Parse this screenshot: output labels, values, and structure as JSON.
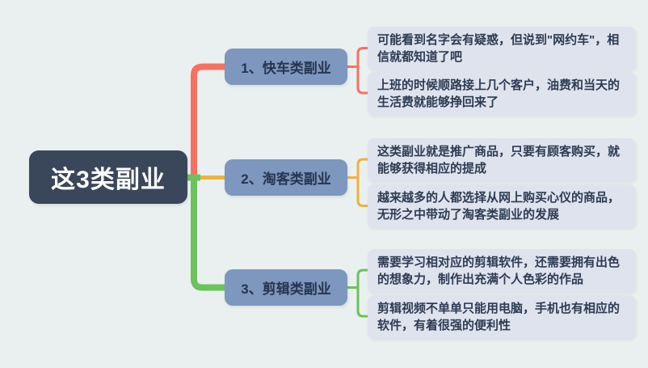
{
  "title": "这3类副业",
  "palette": {
    "background": "#e9f0ef",
    "root_bg": "#3a4659",
    "root_text": "#ffffff",
    "node_bg": "#7e97be",
    "node_text": "#263550",
    "leaf_bg": "#dfe3ee",
    "leaf_text": "#2e3b52"
  },
  "root": {
    "label": "这3类副业"
  },
  "branches": [
    {
      "label": "1、快车类副业",
      "color": "#f8705f",
      "leaves": [
        "可能看到名字会有疑惑，但说到\"网约车\"，相信就都知道了吧",
        "上班的时候顺路接上几个客户，油费和当天的生活费就能够挣回来了"
      ]
    },
    {
      "label": "2、淘客类副业",
      "color": "#f0b140",
      "leaves": [
        "这类副业就是推广商品，只要有顾客购买，就能够获得相应的提成",
        "越来越多的人都选择从网上购买心仪的商品，无形之中带动了淘客类副业的发展"
      ]
    },
    {
      "label": "3、剪辑类副业",
      "color": "#6cc25b",
      "leaves": [
        "需要学习相对应的剪辑软件，还需要拥有出色的想象力，制作出充满个人色彩的作品",
        "剪辑视频不单单只能用电脑，手机也有相应的软件，有着很强的便利性"
      ]
    }
  ]
}
